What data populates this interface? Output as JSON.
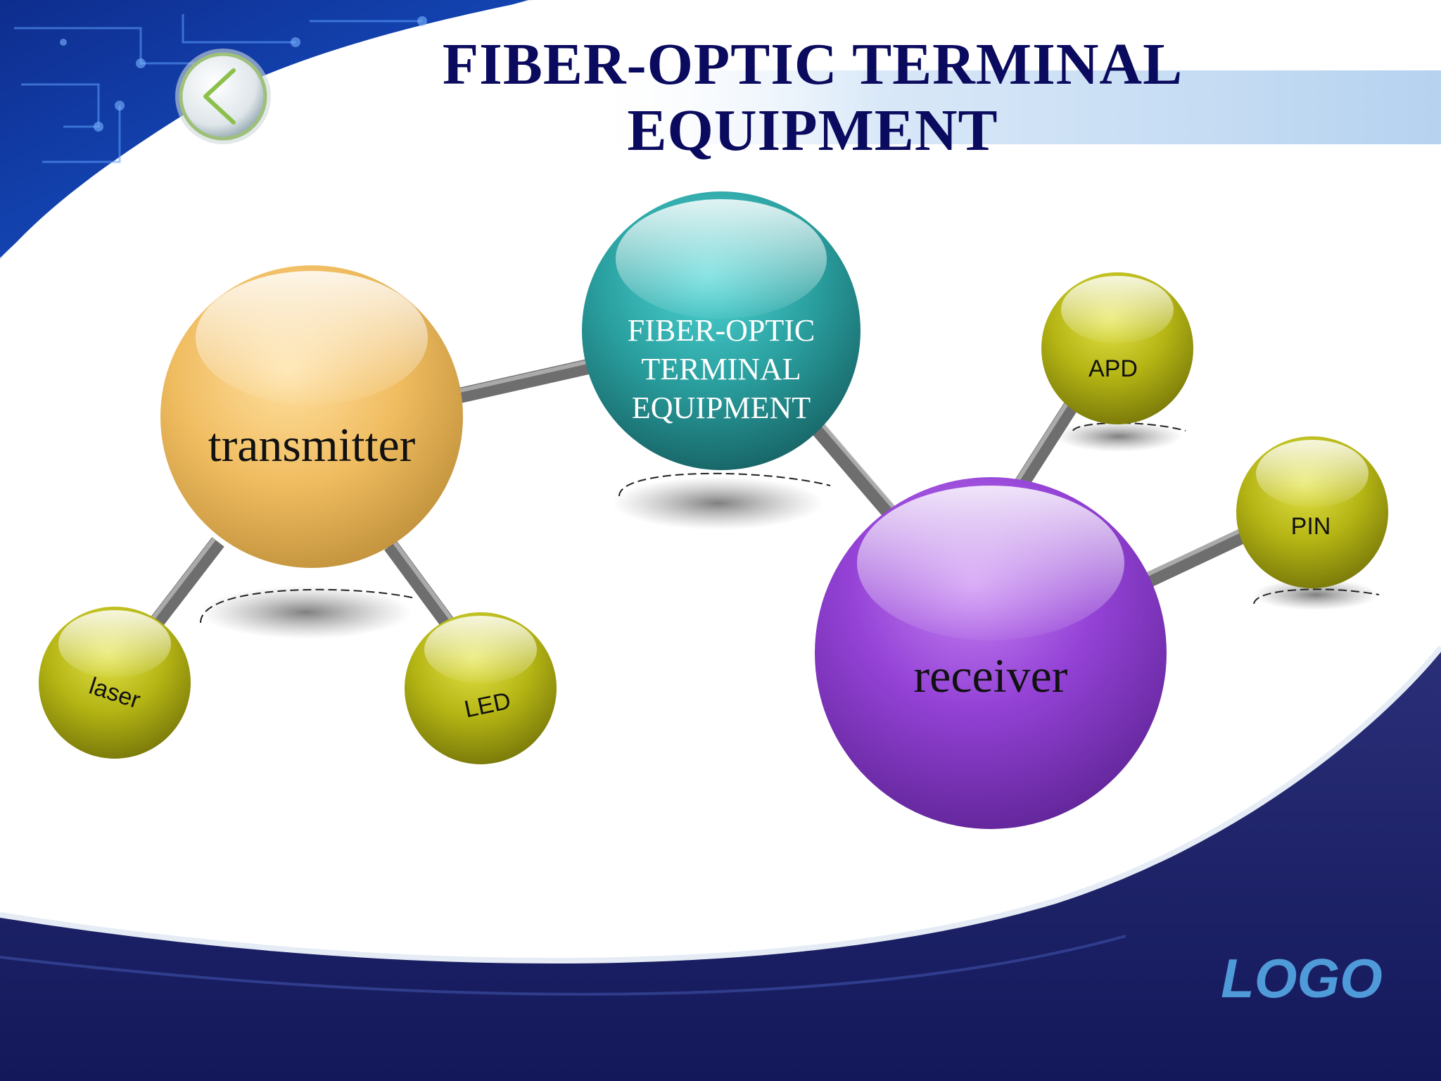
{
  "slide": {
    "title_line1": "FIBER-OPTIC TERMINAL",
    "title_line2": "EQUIPMENT",
    "logo": "LOGO"
  },
  "nav": {
    "back_icon": "chevron-left-icon"
  },
  "colors": {
    "title": "#0a0a5e",
    "logo": "#4f9ad8",
    "navy": "#141a5c",
    "transmitter": "#f2c36b",
    "center": "#2aa6a6",
    "receiver": "#9b45d8",
    "leaf": "#c0c01a",
    "connector": "#7a7a7a"
  },
  "diagram": {
    "center": {
      "label_lines": [
        "FIBER-OPTIC",
        "TERMINAL",
        "EQUIPMENT"
      ]
    },
    "transmitter": {
      "label": "transmitter"
    },
    "receiver": {
      "label": "receiver"
    },
    "laser": {
      "label": "laser"
    },
    "led": {
      "label": "LED"
    },
    "apd": {
      "label": "APD"
    },
    "pin": {
      "label": "PIN"
    }
  }
}
